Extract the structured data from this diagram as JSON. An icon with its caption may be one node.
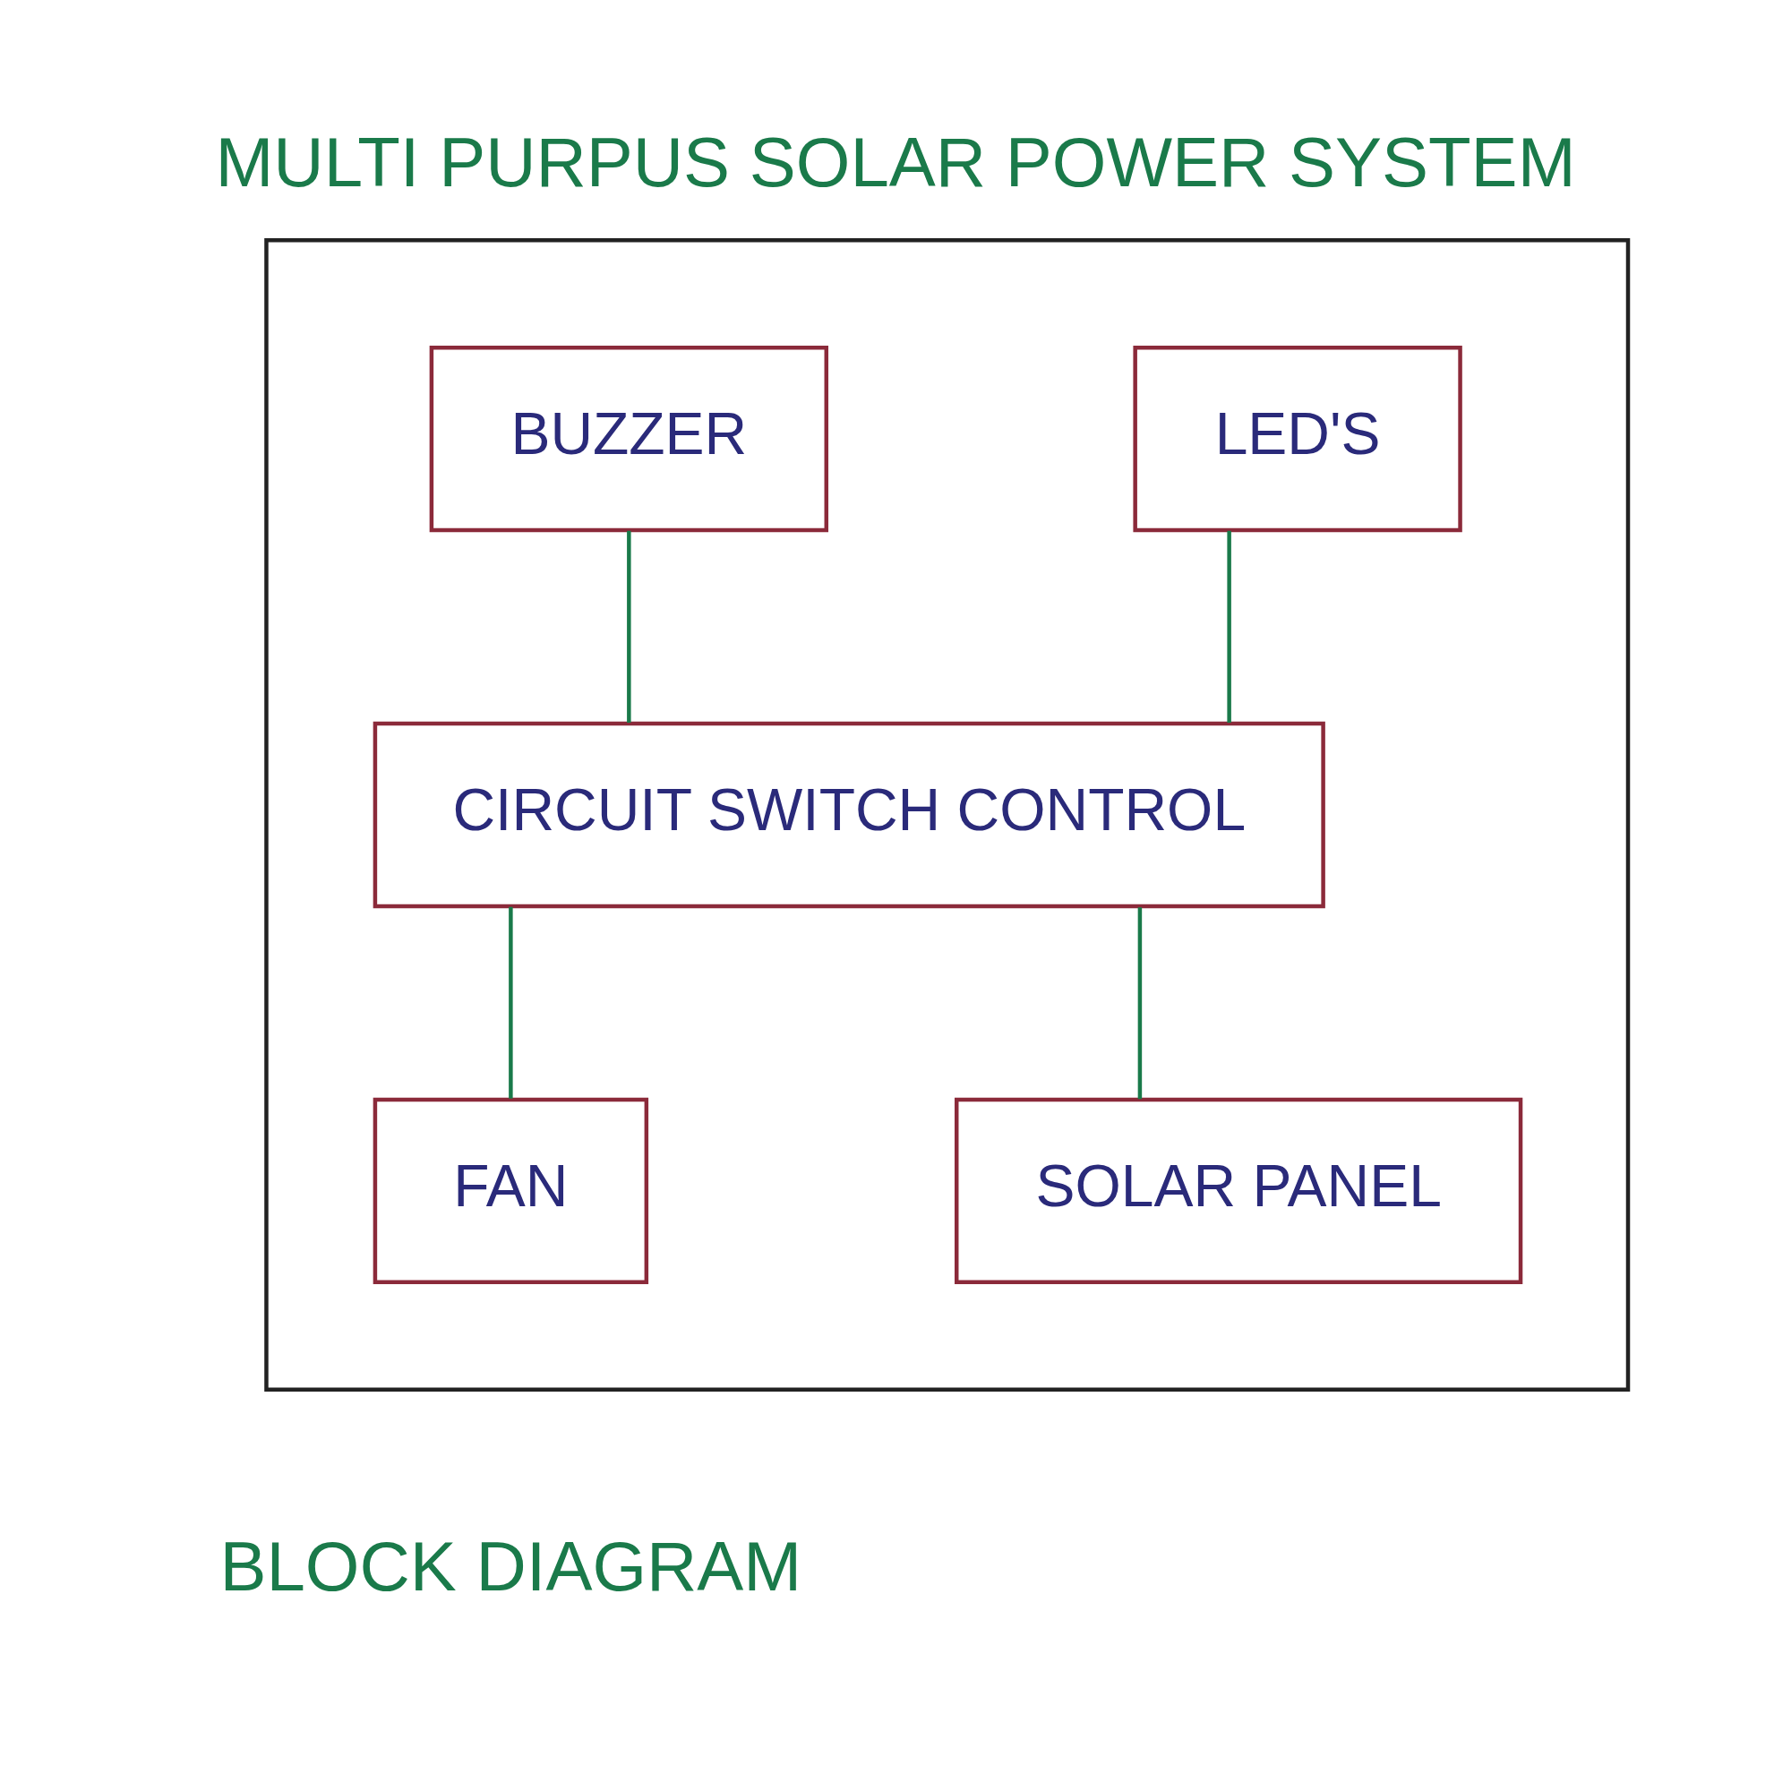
{
  "diagram": {
    "title": "MULTI PURPUS SOLAR POWER SYSTEM",
    "caption": "BLOCK DIAGRAM",
    "nodes": [
      {
        "text": [],
        "shape": "box"
      },
      {
        "text": [
          "BUZZER"
        ],
        "in": 0
      },
      {
        "text": [
          "LED'S"
        ],
        "in": 0
      },
      {
        "text": [
          "CIRCUIT SWITCH CONTROL"
        ],
        "in": 0
      },
      {
        "text": [
          "SOLAR PANEL"
        ],
        "in": 0
      },
      {
        "text": [
          "FAN"
        ],
        "in": 0
      }
    ],
    "edges": [
      {
        "from": 1,
        "to": 3,
        "arrow": "none"
      },
      {
        "from": 2,
        "to": 3,
        "arrow": "none"
      },
      {
        "from": 4,
        "to": 3,
        "arrow": "none"
      },
      {
        "from": 3,
        "to": 5,
        "arrow": "none"
      }
    ]
  }
}
